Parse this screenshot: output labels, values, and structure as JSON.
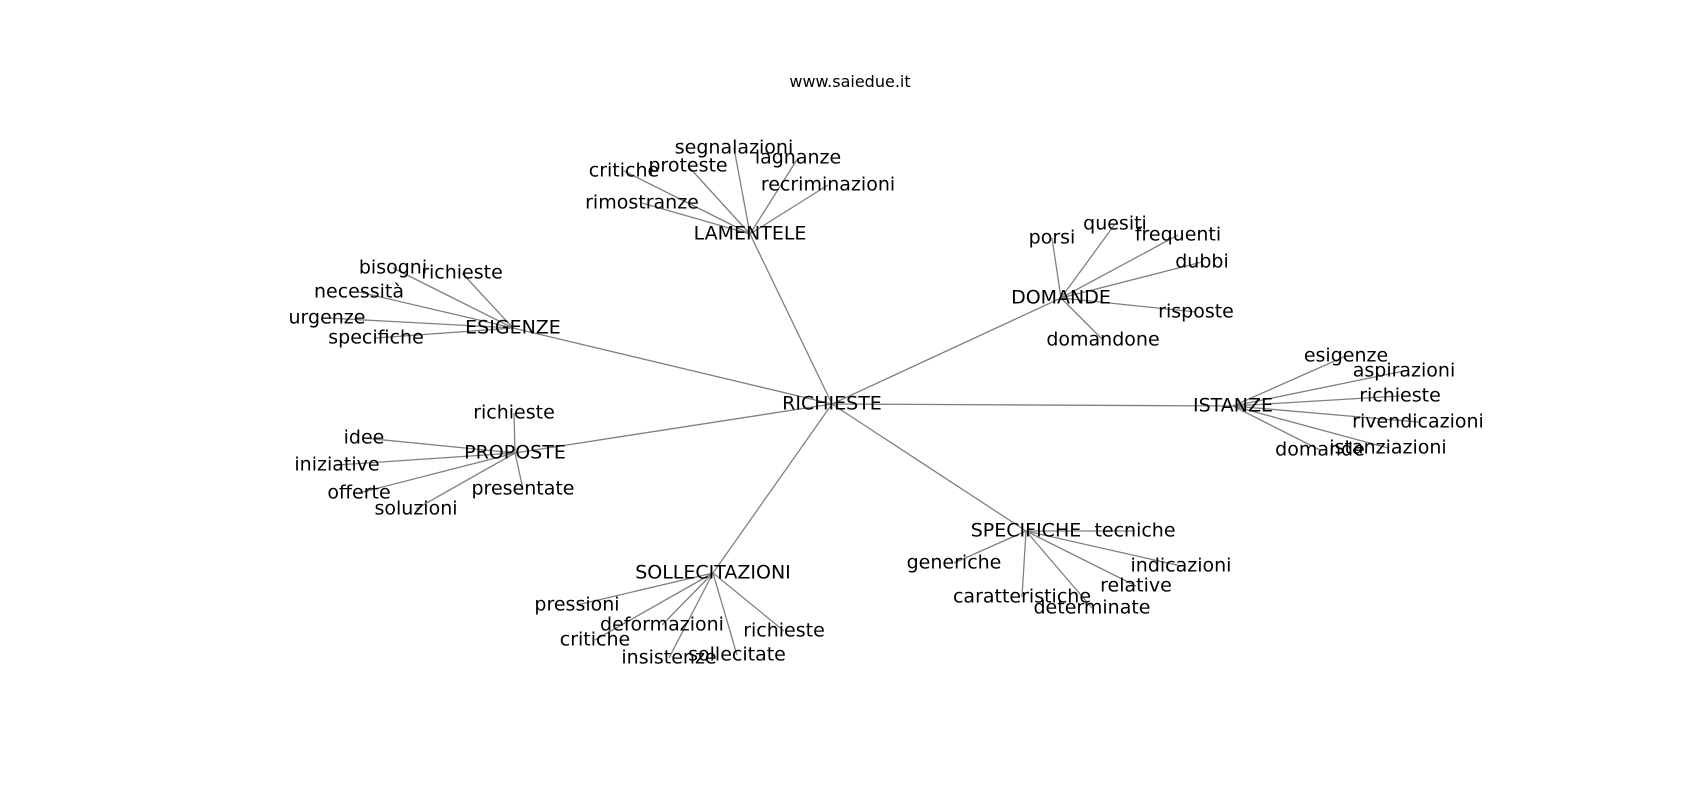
{
  "header": {
    "site": "www.saiedue.it"
  },
  "diagram": {
    "type": "word-network",
    "edge_color": "#808080",
    "text_color": "#000000",
    "root": "RICHIESTE",
    "groups": [
      {
        "id": "lamentele",
        "label": "LAMENTELE",
        "children": [
          "segnalazioni",
          "lagnanze",
          "proteste",
          "critiche",
          "recriminazioni",
          "rimostranze"
        ]
      },
      {
        "id": "domande",
        "label": "DOMANDE",
        "children": [
          "quesiti",
          "porsi",
          "frequenti",
          "dubbi",
          "risposte",
          "domandone"
        ]
      },
      {
        "id": "esigenze",
        "label": "ESIGENZE",
        "children": [
          "bisogni",
          "richieste",
          "necessità",
          "urgenze",
          "specifiche"
        ]
      },
      {
        "id": "istanze",
        "label": "ISTANZE",
        "children": [
          "esigenze",
          "aspirazioni",
          "richieste",
          "rivendicazioni",
          "domande",
          "istanziazioni"
        ]
      },
      {
        "id": "proposte",
        "label": "PROPOSTE",
        "children": [
          "richieste",
          "idee",
          "iniziative",
          "offerte",
          "soluzioni",
          "presentate"
        ]
      },
      {
        "id": "specifiche",
        "label": "SPECIFICHE",
        "children": [
          "tecniche",
          "generiche",
          "indicazioni",
          "relative",
          "caratteristiche",
          "determinate"
        ]
      },
      {
        "id": "sollecitazioni",
        "label": "SOLLECITAZIONI",
        "children": [
          "pressioni",
          "deformazioni",
          "critiche",
          "richieste",
          "insistenze",
          "sollecitate"
        ]
      }
    ]
  }
}
